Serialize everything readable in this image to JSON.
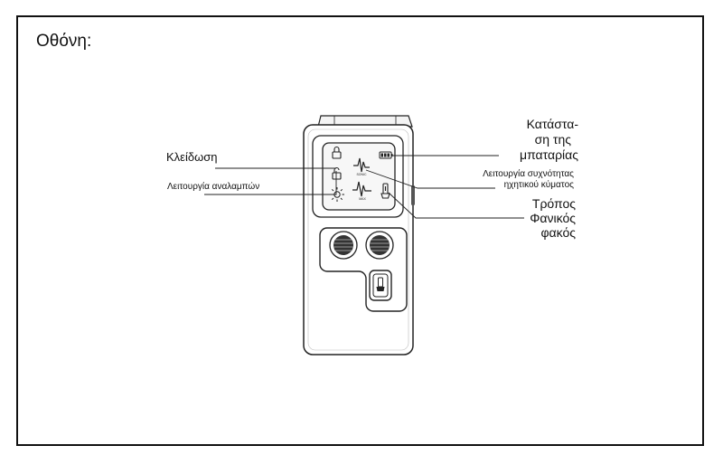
{
  "title": "Οθόνη:",
  "labels": {
    "lock": "Κλείδωση",
    "flash_mode": "Λειτουργία αναλαμπών",
    "battery_line1": "Κατάστα-",
    "battery_line2": "ση της",
    "battery_line3": "μπαταρίας",
    "sonic_line1": "Λειτουργία συχνότητας",
    "sonic_line2": "ηχητικού κύματος",
    "flashlight_line1": "Τρόπος",
    "flashlight_line2": "Φανικός",
    "flashlight_line3": "φακός"
  },
  "device": {
    "sonic_text": "SONIC",
    "max_text": "MAX"
  }
}
